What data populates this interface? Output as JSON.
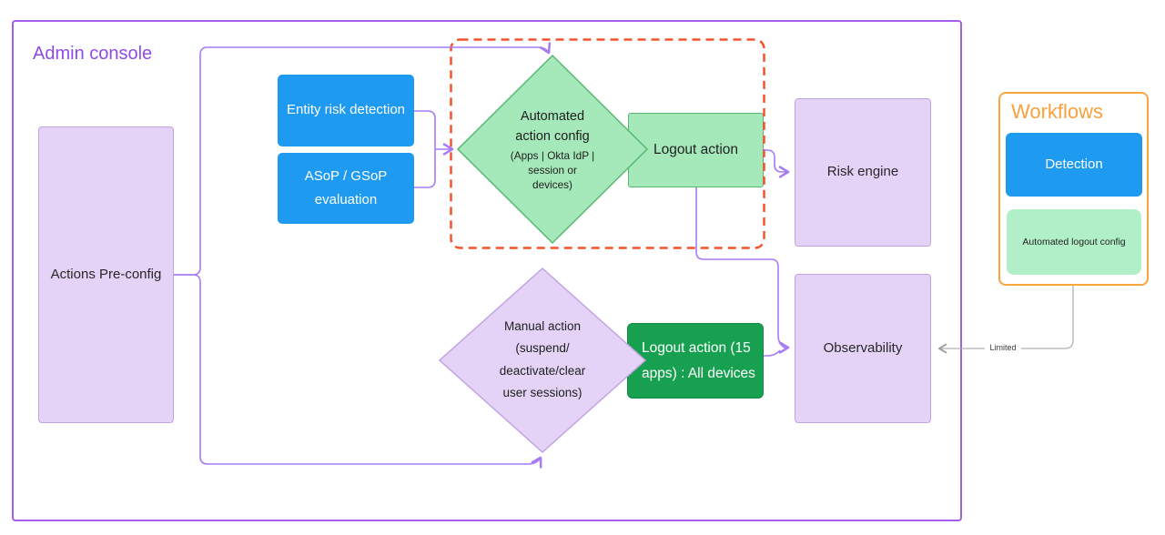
{
  "admin_console": {
    "title": "Admin console"
  },
  "nodes": {
    "actions_preconfig": "Actions Pre-config",
    "entity_risk": "Entity risk detection",
    "asop_gsop": "ASoP / GSoP evaluation",
    "automated_action": {
      "title": [
        "Automated",
        "action config"
      ],
      "subtitle": [
        "(Apps | Okta IdP |",
        "session or",
        "devices)"
      ]
    },
    "logout_action": "Logout action",
    "risk_engine": "Risk engine",
    "manual_action": [
      "Manual action",
      "(suspend/",
      "deactivate/clear",
      "user sessions)"
    ],
    "logout_15_apps": [
      "Logout action (15",
      "apps) : All devices"
    ],
    "observability": "Observability"
  },
  "workflows": {
    "title": "Workflows",
    "detection": "Detection",
    "automated_logout_config": "Automated logout config"
  },
  "edges": {
    "limited": "Limited"
  },
  "colors": {
    "admin_border": "#A45EEA",
    "admin_title": "#8F4BE8",
    "connector_purple": "#A77BF2",
    "blue": "#1E9BF0",
    "light_green_fill": "#A5E9BB",
    "green_border": "#58B873",
    "dark_green": "#17A050",
    "lavender_fill": "#E5D3F7",
    "lavender_border": "#C2A3E3",
    "dashed_outline": "#F4532C",
    "workflows_orange": "#F9A63E",
    "gray_line": "#B0B0B0"
  }
}
